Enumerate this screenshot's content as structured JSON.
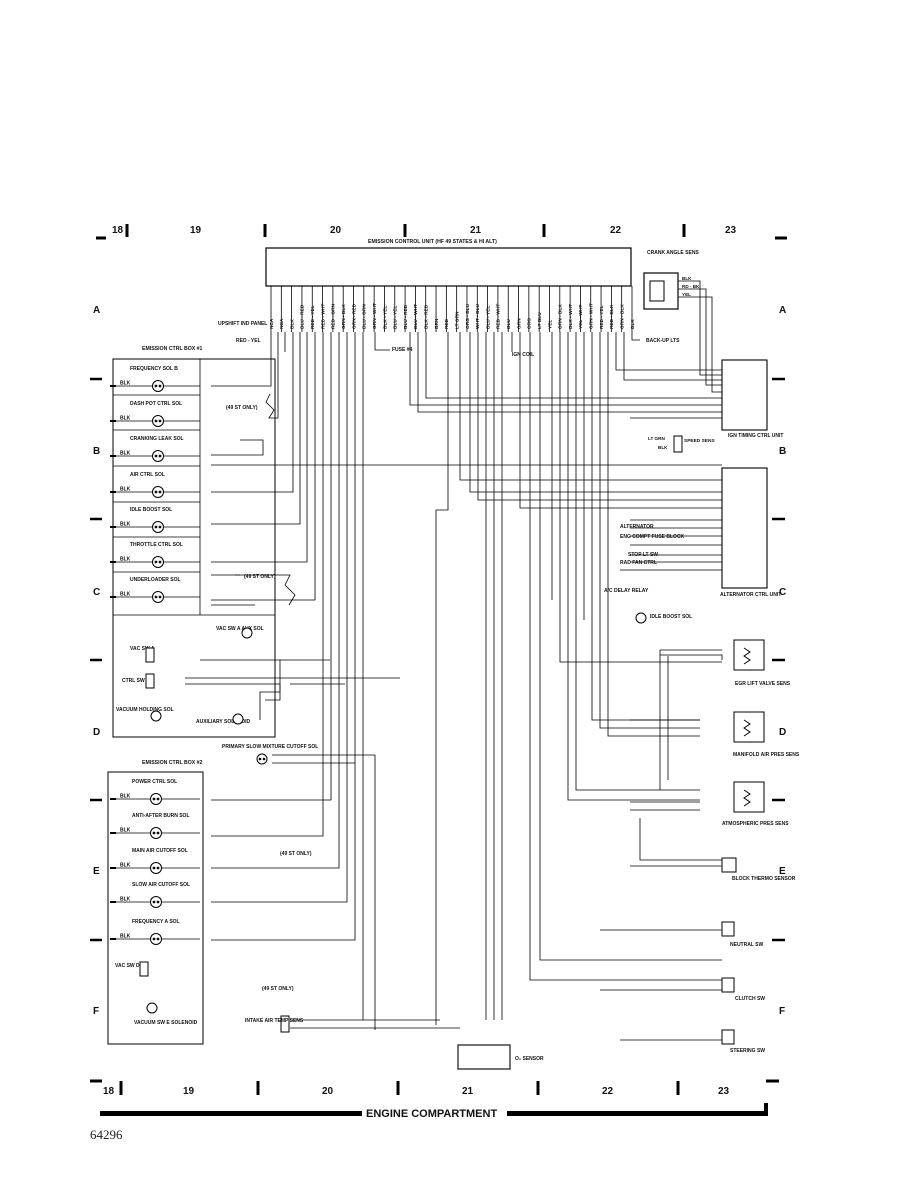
{
  "grid": {
    "top_numbers": [
      "18",
      "19",
      "20",
      "21",
      "22",
      "23"
    ],
    "bottom_numbers": [
      "18",
      "19",
      "20",
      "21",
      "22",
      "23"
    ],
    "left_letters": [
      "A",
      "B",
      "C",
      "D",
      "E",
      "F"
    ],
    "right_letters": [
      "A",
      "B",
      "C",
      "D",
      "E",
      "F"
    ]
  },
  "ecu": {
    "title": "EMISSION CONTROL UNIT (HF 49 STATES & HI ALT)",
    "pins": [
      "NCA",
      "NCA",
      "BLK",
      "BLU - RED",
      "RED - YEL",
      "RED - WHT",
      "RED - GRN",
      "GRN - BLK",
      "GRN - RED",
      "BLU - GRN",
      "GRN - WHT",
      "BLK - YEL",
      "BLU - YEL",
      "BLU - RED",
      "BLU - WHT",
      "BLK - RED",
      "BRN",
      "RED",
      "LT GRN",
      "ORG - BLU",
      "WHT - BLU",
      "BLU - YEL",
      "RED - WHT",
      "BLU",
      "GRN",
      "ORG",
      "LT BLU",
      "YEL",
      "GRN - BLK",
      "BLK - WHT",
      "YEL - WHT",
      "GRN - WHT",
      "RED - YEL",
      "RED - BLK",
      "GRN - BLK",
      "BLK"
    ]
  },
  "labels": {
    "crank_angle_sens": "CRANK ANGLE SENS",
    "upshift_ind_panel": "UPSHIFT IND PANEL",
    "red_yel": "RED - YEL",
    "fuse4": "FUSE #4",
    "ign_coil": "IGN COIL",
    "back_up_lts": "BACK-UP LTS",
    "emission_ctrl_box1": "EMISSION CTRL BOX #1",
    "emission_ctrl_box2": "EMISSION CTRL BOX #2",
    "ign_timing_ctrl_unit": "IGN TIMING CTRL UNIT",
    "speed_sens": "SPEED SENS",
    "alternator_ctrl_unit": "ALTERNATOR CTRL UNIT",
    "alternator": "ALTERNATOR",
    "eng_compt_fuse_block": "ENG COMPT FUSE BLOCK",
    "stop_lt_sw": "STOP LT SW",
    "rad_fan_ctrl": "RAD FAN CTRL",
    "ac_delay_relay": "A/C DELAY RELAY",
    "idle_boost_sol": "IDLE BOOST SOL",
    "egr_lift_valve_sens": "EGR LIFT VALVE SENS",
    "manifold_air_pres_sens": "MANIFOLD AIR PRES SENS",
    "atmospheric_pres_sens": "ATMOSPHERIC PRES SENS",
    "block_thermo_sensor": "BLOCK THERMO SENSOR",
    "neutral_sw": "NEUTRAL SW",
    "clutch_sw": "CLUTCH SW",
    "steering_sw": "STEERING SW",
    "o2_sensor": "O₂ SENSOR",
    "intake_air_temp_sens": "INTAKE AIR TEMP SENS",
    "primary_slow_mixture": "PRIMARY SLOW MIXTURE CUTOFF SOL",
    "vacuum_sw_e": "VACUUM SW E SOLENOID",
    "frequency_sol_b": "FREQUENCY SOL B",
    "dash_pot": "DASH POT CTRL SOL",
    "cranking_leak": "CRANKING LEAK SOL",
    "air_ctrl": "AIR CTRL SOL",
    "idle_boost": "IDLE BOOST SOL",
    "throttle_ctrl": "THROTTLE CTRL SOL",
    "underloader": "UNDERLOADER SOL",
    "vac_sw_a": "VAC SW A",
    "vac_sw_a_aux": "VAC SW A AUX SOL",
    "ctrl_sw": "CTRL SW",
    "vacuum_holding": "VACUUM HOLDING SOL",
    "auxiliary_solenoid": "AUXILIARY SOLENOID",
    "power_ctrl_sol": "POWER CTRL SOL",
    "anti_after_burn": "ANTI-AFTER BURN SOL",
    "main_air_cutoff": "MAIN AIR CUTOFF SOL",
    "slow_air_cutoff": "SLOW AIR CUTOFF SOL",
    "frequency_sol_a": "FREQUENCY A SOL",
    "vac_sw_d": "VAC SW D",
    "only_49st_a": "(49 ST ONLY)",
    "only_49st_b": "(49 ST ONLY)",
    "only_49st_c": "(49 ST ONLY)",
    "only_49st_d": "(49 ST ONLY)"
  },
  "footer": {
    "section": "ENGINE COMPARTMENT",
    "figure_number": "64296"
  }
}
